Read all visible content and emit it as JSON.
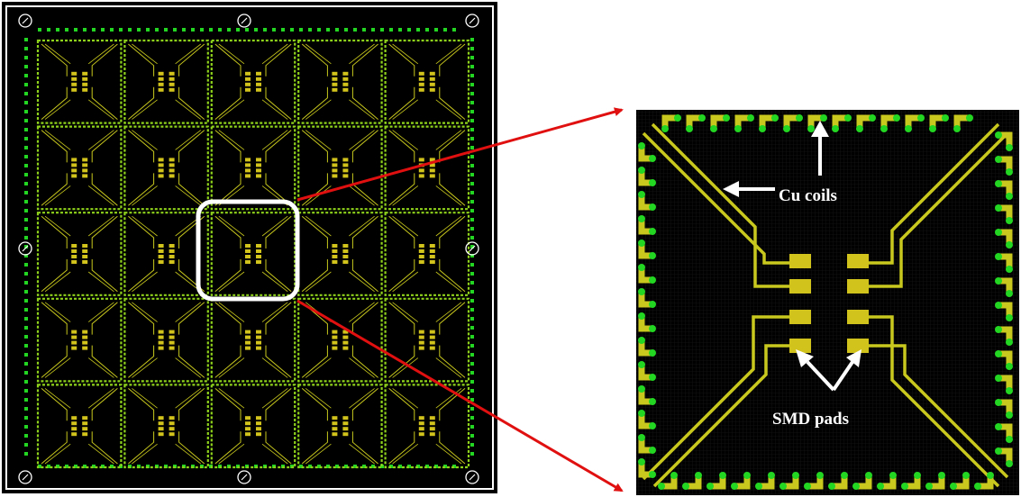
{
  "figure": {
    "annotations": {
      "coils_label": "Cu coils",
      "pads_label": "SMD pads"
    },
    "panel_grid": {
      "rows": 5,
      "cols": 5
    },
    "highlight_cell": {
      "row": 2,
      "col": 2
    },
    "colors": {
      "board": "#000000",
      "trace": "#c8c81e",
      "via": "#22d622",
      "pad": "#d2c21c",
      "frame": "#ffffff",
      "callout": "#e01010",
      "highlight": "#ffffff"
    }
  }
}
